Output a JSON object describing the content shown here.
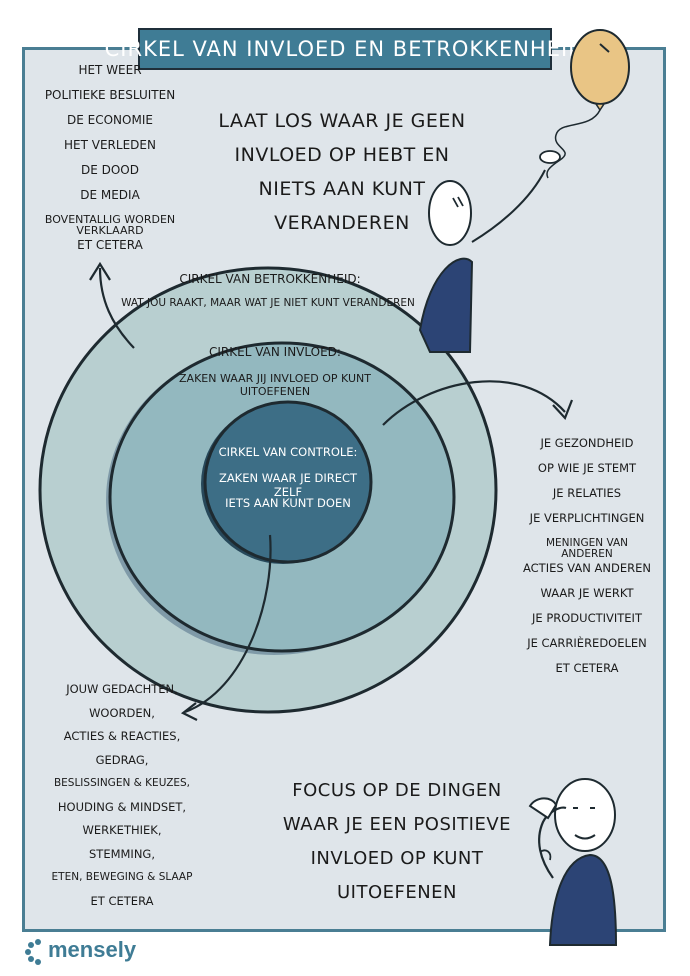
{
  "title": "CIRKEL VAN INVLOED EN BETROKKENHEID",
  "top_message": "LAAT LOS WAAR JE GEEN INVLOED OP HEBT EN NIETS AAN KUNT VERANDEREN",
  "bottom_message": "FOCUS OP DE DINGEN WAAR JE EEN POSITIEVE INVLOED OP KUNT UITOEFENEN",
  "concern_list": [
    "HET WEER",
    "POLITIEKE BESLUITEN",
    "DE ECONOMIE",
    "HET VERLEDEN",
    "DE DOOD",
    "DE MEDIA",
    "BOVENTALLIG WORDEN VERKLAARD",
    "ET CETERA"
  ],
  "influence_list": [
    "JE GEZONDHEID",
    "OP WIE JE STEMT",
    "JE RELATIES",
    "JE VERPLICHTINGEN",
    "MENINGEN VAN ANDEREN",
    "ACTIES VAN ANDEREN",
    "WAAR JE WERKT",
    "JE PRODUCTIVITEIT",
    "JE CARRIÈREDOELEN",
    "ET CETERA"
  ],
  "control_list": [
    "JOUW GEDACHTEN,",
    "WOORDEN,",
    "ACTIES & REACTIES,",
    "GEDRAG,",
    "BESLISSINGEN & KEUZES,",
    "HOUDING & MINDSET,",
    "WERKETHIEK,",
    "STEMMING,",
    "ETEN, BEWEGING & SLAAP",
    "ET CETERA"
  ],
  "circles": {
    "outer_title": "CIRKEL VAN BETROKKENHEID:",
    "outer_desc": "WAT JOU RAAKT, MAAR WAT JE NIET KUNT VERANDEREN",
    "middle_title": "CIRKEL VAN INVLOED:",
    "middle_desc": "ZAKEN WAAR JIJ INVLOED OP KUNT UITOEFENEN",
    "inner_title": "CIRKEL VAN CONTROLE:",
    "inner_line1": "ZAKEN WAAR JE DIRECT ZELF",
    "inner_line2": "IETS AAN KUNT DOEN"
  },
  "logo": {
    "text": "mensely"
  },
  "icons": [
    "balloon-icon",
    "stick-figure-icon",
    "flexing-figure-icon",
    "mensely-logo-icon"
  ],
  "colors": {
    "panel": "#dfe5ea",
    "border": "#4a7e93",
    "title_bg": "#3f7c95",
    "outer_circle": "#b8cfd0",
    "middle_circle": "#93b8bf",
    "inner_circle": "#3d6e86",
    "figure_body": "#2c4475",
    "balloon": "#e9c585"
  }
}
